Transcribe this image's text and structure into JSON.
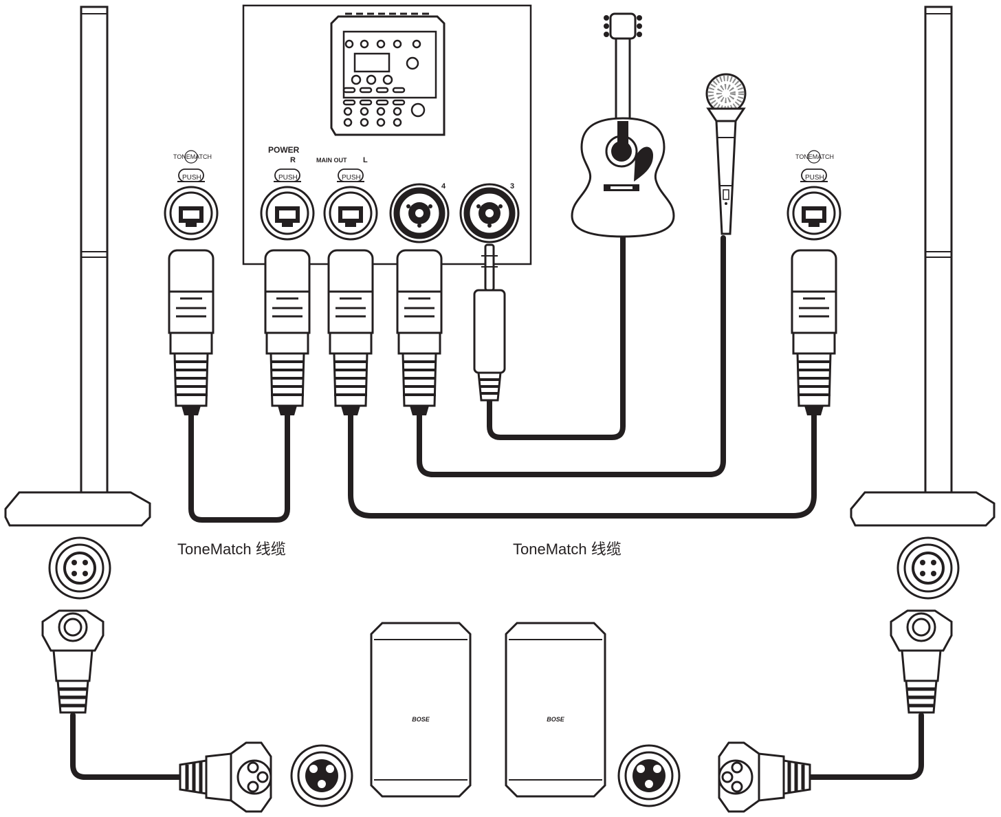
{
  "labels": {
    "power": "POWER",
    "main_out": "MAIN OUT",
    "right": "R",
    "left": "L",
    "channel_4": "4",
    "channel_3": "3",
    "push": "PUSH",
    "tonematch_logo": "TONEMATCH",
    "cable_left": "ToneMatch 线缆",
    "cable_center": "ToneMatch 线缆",
    "brand": "BOSE"
  },
  "colors": {
    "line": "#231f20",
    "fill": "#ffffff",
    "grille": "#8a8a8a"
  },
  "components": {
    "mixer": "mixer-icon",
    "guitar": "guitar-icon",
    "microphone": "microphone-icon",
    "column_speaker": "column-speaker-icon",
    "subwoofer": "subwoofer-icon",
    "tonematch_connector": "tonematch-connector-icon",
    "xlr_combo_jack": "combo-jack-icon",
    "quarter_inch_plug": "quarter-inch-plug-icon",
    "power_connector": "power-connector-icon"
  }
}
